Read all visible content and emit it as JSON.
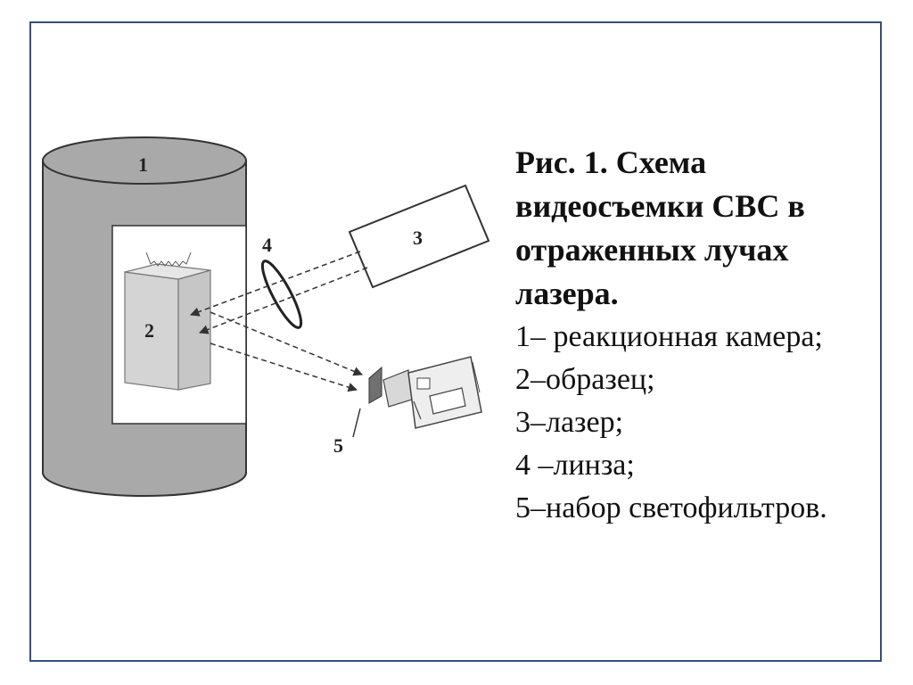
{
  "figure": {
    "caption_title": "Рис. 1. Схема видеосъемки СВС в отраженных лучах лазера.",
    "legend": [
      "1– реакционная камера;",
      "2–образец;",
      "3–лазер;",
      "4 –линза;",
      "5–набор светофильтров."
    ],
    "labels": {
      "chamber": "1",
      "sample": "2",
      "laser": "3",
      "lens": "4",
      "filters": "5"
    }
  },
  "colors": {
    "chamber": "#a9a9a9",
    "sample": "#d4d4d4",
    "frame": "#3a4f7a",
    "stroke": "#333333"
  }
}
